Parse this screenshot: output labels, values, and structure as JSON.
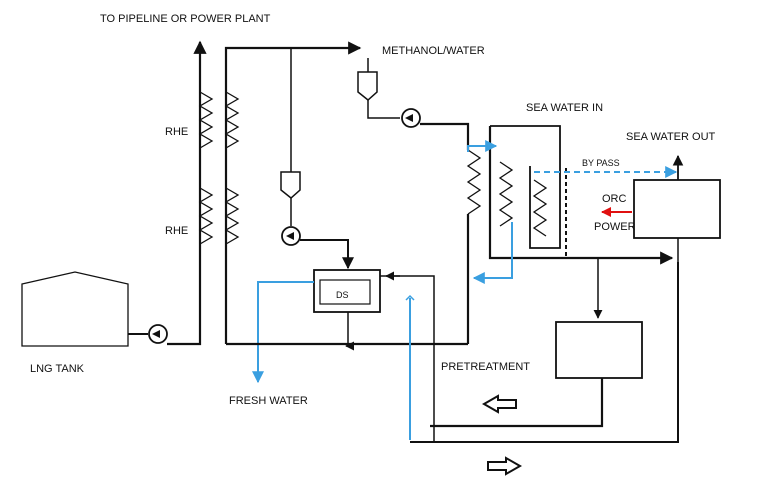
{
  "labels": {
    "pipeline": "TO PIPELINE OR POWER PLANT",
    "methanol": "METHANOL/WATER",
    "sea_in": "SEA WATER IN",
    "sea_out": "SEA WATER OUT",
    "bypass": "BY PASS",
    "orc": "ORC",
    "power": "POWER",
    "rhe_top": "RHE",
    "rhe_bottom": "RHE",
    "ds": "DS",
    "lng_tank": "LNG TANK",
    "pretreatment": "PRETREATMENT",
    "fresh_water": "FRESH WATER"
  },
  "colors": {
    "line": "#111111",
    "water": "#3a9fe0",
    "power_arrow": "#e01010"
  }
}
